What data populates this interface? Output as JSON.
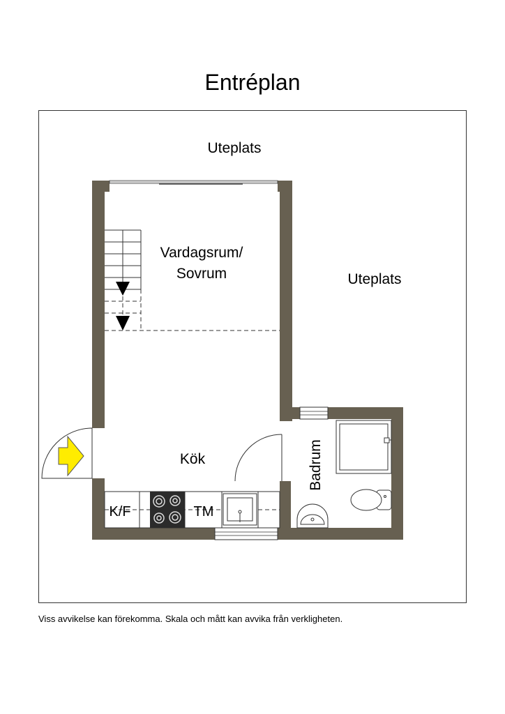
{
  "title": "Entréplan",
  "labels": {
    "outdoor_top": "Uteplats",
    "outdoor_right": "Uteplats",
    "living_line1": "Vardagsrum/",
    "living_line2": "Sovrum",
    "kitchen": "Kök",
    "bathroom": "Badrum",
    "fridge": "K/F",
    "dishwasher": "TM"
  },
  "disclaimer": "Viss avvikelse kan förekomma. Skala och mått kan avvika från verkligheten.",
  "colors": {
    "wall": "#676051",
    "entrance_arrow": "#ffec00",
    "stove": "#2b2b2b"
  }
}
